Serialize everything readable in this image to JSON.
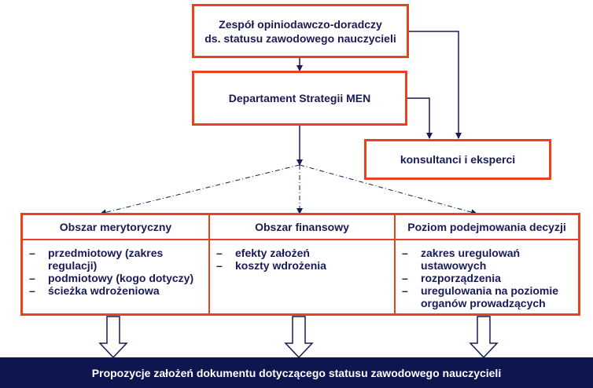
{
  "boxes": {
    "team": [
      "Zespół opiniodawczo-doradczy",
      "ds. statusu zawodowego nauczycieli"
    ],
    "department": "Departament Strategii MEN",
    "consultants": "konsultanci i eksperci"
  },
  "columns": [
    {
      "title": "Obszar merytoryczny",
      "items": [
        "przedmiotowy (zakres regulacji)",
        "podmiotowy (kogo dotyczy)",
        "ścieżka wdrożeniowa"
      ]
    },
    {
      "title": "Obszar finansowy",
      "items": [
        "efekty założeń",
        "koszty wdrożenia"
      ]
    },
    {
      "title": "Poziom podejmowania decyzji",
      "items": [
        "zakres uregulowań ustawowych",
        "rozporządzenia",
        "uregulowania na poziomie organów prowadzących"
      ]
    }
  ],
  "footer": "Propozycje założeń dokumentu dotyczącego statusu zawodowego nauczycieli",
  "colors": {
    "box_border": "#e8421e",
    "text": "#1a1a55",
    "footer_bg": "#0e1650"
  }
}
